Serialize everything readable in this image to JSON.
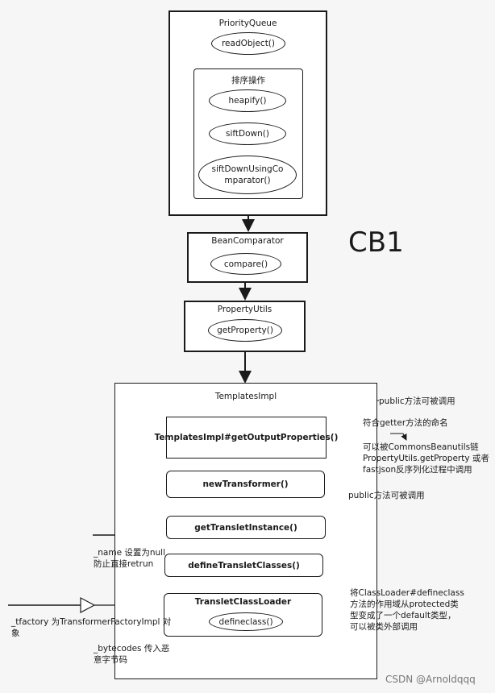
{
  "diagram": {
    "big_label": "CB1",
    "priority_queue": {
      "title": "PriorityQueue",
      "method": "readObject()",
      "sort_group": {
        "title": "排序操作",
        "methods": [
          "heapify()",
          "siftDown()",
          "siftDownUsingCo\nmparator()"
        ]
      }
    },
    "bean_comparator": {
      "title": "BeanComparator",
      "method": "compare()"
    },
    "property_utils": {
      "title": "PropertyUtils",
      "method": "getProperty()"
    },
    "templates_impl": {
      "title": "TemplatesImpl",
      "steps": [
        "TemplatesImpl#getOutputProperties()",
        "newTransformer()",
        "getTransletInstance()",
        "defineTransletClasses()"
      ],
      "loader": {
        "title": "TransletClassLoader",
        "method": "defineclass()"
      }
    },
    "notes": {
      "public1": "public方法可被调用",
      "getter": "符合getter方法的命名",
      "callers": "可以被CommonsBeanutils链\nPropertyUtils.getProperty 或者\nfastjson反序列化过程中调用",
      "public2": "public方法可被调用",
      "name_field": "_name 设置为null\n防止直接retrun",
      "tfactory": "_tfactory 为TransformerFactoryImpl 对\n象",
      "bytecodes": "_bytecodes 传入恶\n意字节码",
      "classloader": "将ClassLoader#defineclass\n方法的作用域从protected类\n型变成了一个default类型，\n可以被类外部调用"
    },
    "watermark": "CSDN @Arnoldqqq"
  }
}
